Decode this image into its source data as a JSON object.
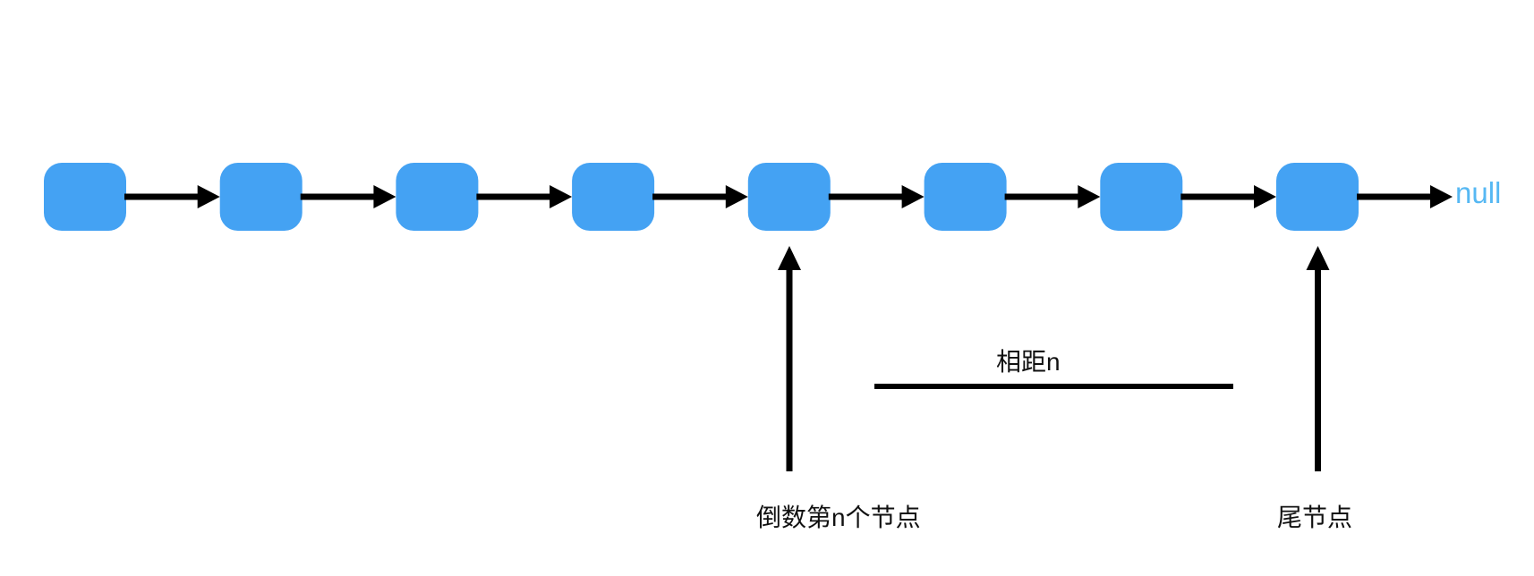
{
  "diagram": {
    "node_count": 8,
    "colors": {
      "node_fill": "#44a2f3",
      "arrow": "#000000",
      "null_text": "#56b8f3"
    },
    "labels": {
      "null_text": "null",
      "nth_from_end": "倒数第n个节点",
      "distance": "相距n",
      "tail": "尾节点"
    }
  }
}
